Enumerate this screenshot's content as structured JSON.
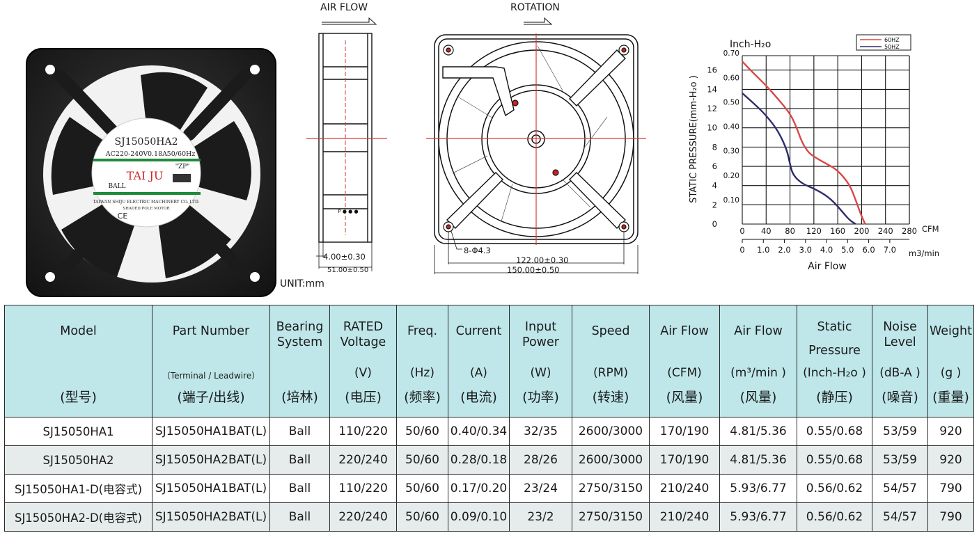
{
  "product_photo": {
    "label_model": "SJ15050HA2",
    "label_rating_left": "AC220-240V",
    "label_rating_current": "0.18A",
    "label_rating_freq": "50/60Hz",
    "label_zp": "\"ZP\"",
    "label_brand": "TAI JU",
    "label_ball": "BALL",
    "label_company": "TAIWAN SHIJU ELECTRIC MACHINERY CO.,LTD.",
    "label_motor": "SHADED POLE MOTOR",
    "label_ce": "CE"
  },
  "side_view": {
    "title": "AIR FLOW",
    "dim_frame": "4.00±0.30",
    "dim_depth": "51.00±0.50",
    "unit": "UNIT:mm"
  },
  "front_view": {
    "title": "ROTATION",
    "hole_note": "8-Φ4.3",
    "dim_holes": "122.00±0.30",
    "dim_total": "150.00±0.50"
  },
  "chart_data": {
    "type": "line",
    "title": "",
    "ylabel": "STATIC PRESSURE(mm-H₂o )",
    "ylabel_secondary": "Inch-H₂o",
    "xlabel": "Air Flow",
    "x_unit_primary": "CFM",
    "x_unit_secondary": "m3/min",
    "x_ticks_primary": [
      "0",
      "40",
      "80",
      "120",
      "160",
      "200",
      "240",
      "280"
    ],
    "x_ticks_secondary": [
      "0",
      "1.0",
      "2.0",
      "3.0",
      "4.0",
      "5.0",
      "6.0",
      "7.0"
    ],
    "y_ticks_mm": [
      "0",
      "2",
      "4",
      "6",
      "8",
      "10",
      "12",
      "14",
      "16"
    ],
    "y_ticks_inch": [
      "0.10",
      "0.20",
      "0.30",
      "0.40",
      "0.50",
      "0.60",
      "0.70"
    ],
    "xlim": [
      0,
      280
    ],
    "ylim": [
      0,
      17.5
    ],
    "grid": true,
    "legend_placement": "top-right",
    "series": [
      {
        "name": "60HZ",
        "color": "#d94848",
        "x": [
          0,
          20,
          40,
          60,
          80,
          90,
          100,
          110,
          120,
          140,
          160,
          180,
          190,
          200,
          206
        ],
        "y": [
          16.9,
          15.6,
          14.4,
          13.0,
          11.5,
          10.2,
          8.5,
          7.5,
          7.0,
          6.3,
          5.6,
          4.1,
          2.5,
          0.8,
          0
        ]
      },
      {
        "name": "50HZ",
        "color": "#2e2d6b",
        "x": [
          0,
          20,
          40,
          60,
          75,
          80,
          85,
          100,
          120,
          140,
          155,
          170,
          180,
          190
        ],
        "y": [
          13.6,
          12.5,
          11.3,
          9.7,
          7.7,
          6.2,
          5.1,
          4.2,
          3.7,
          3.0,
          2.2,
          1.1,
          0.4,
          0
        ]
      }
    ]
  },
  "table": {
    "headers": [
      {
        "en": "Model",
        "sub": "",
        "cn": "(型号)"
      },
      {
        "en": "Part Number",
        "sub": "（Terminal / Leadwire）",
        "cn": "(端子/出线)"
      },
      {
        "en1": "Bearing",
        "en2": "System",
        "sub": "",
        "cn": "(培林)"
      },
      {
        "en1": "RATED",
        "en2": "Voltage",
        "sub": "(V)",
        "cn": "(电压)"
      },
      {
        "en": "Freq.",
        "sub": "(Hz)",
        "cn": "(频率)"
      },
      {
        "en": "Current",
        "sub": "(A)",
        "cn": "(电流)"
      },
      {
        "en1": "Input",
        "en2": "Power",
        "sub": "(W)",
        "cn": "(功率)"
      },
      {
        "en": "Speed",
        "sub": "(RPM)",
        "cn": "(转速)"
      },
      {
        "en": "Air Flow",
        "sub": "(CFM)",
        "cn": "(风量)"
      },
      {
        "en": "Air Flow",
        "sub": "(m³/min )",
        "cn": "(风量)"
      },
      {
        "en1": "Static",
        "en2": "Pressure",
        "sub": "(Inch-H₂o )",
        "cn": "(静压)"
      },
      {
        "en1": "Noise",
        "en2": "Level",
        "sub": "(dB-A )",
        "cn": "(噪音)"
      },
      {
        "en": "Weight",
        "sub": "(g )",
        "cn": "(重量)"
      }
    ],
    "rows": [
      [
        "SJ15050HA1",
        "SJ15050HA1BAT(L)",
        "Ball",
        "110/220",
        "50/60",
        "0.40/0.34",
        "32/35",
        "2600/3000",
        "170/190",
        "4.81/5.36",
        "0.55/0.68",
        "53/59",
        "920"
      ],
      [
        "SJ15050HA2",
        "SJ15050HA2BAT(L)",
        "Ball",
        "220/240",
        "50/60",
        "0.28/0.18",
        "28/26",
        "2600/3000",
        "170/190",
        "4.81/5.36",
        "0.55/0.68",
        "53/59",
        "920"
      ],
      [
        "SJ15050HA1-D(电容式)",
        "SJ15050HA1BAT(L)",
        "Ball",
        "110/220",
        "50/60",
        "0.17/0.20",
        "23/24",
        "2750/3150",
        "210/240",
        "5.93/6.77",
        "0.56/0.62",
        "54/57",
        "790"
      ],
      [
        "SJ15050HA2-D(电容式)",
        "SJ15050HA2BAT(L)",
        "Ball",
        "220/240",
        "50/60",
        "0.09/0.10",
        "23/2",
        "2750/3150",
        "210/240",
        "5.93/6.77",
        "0.56/0.62",
        "54/57",
        "790"
      ]
    ]
  }
}
